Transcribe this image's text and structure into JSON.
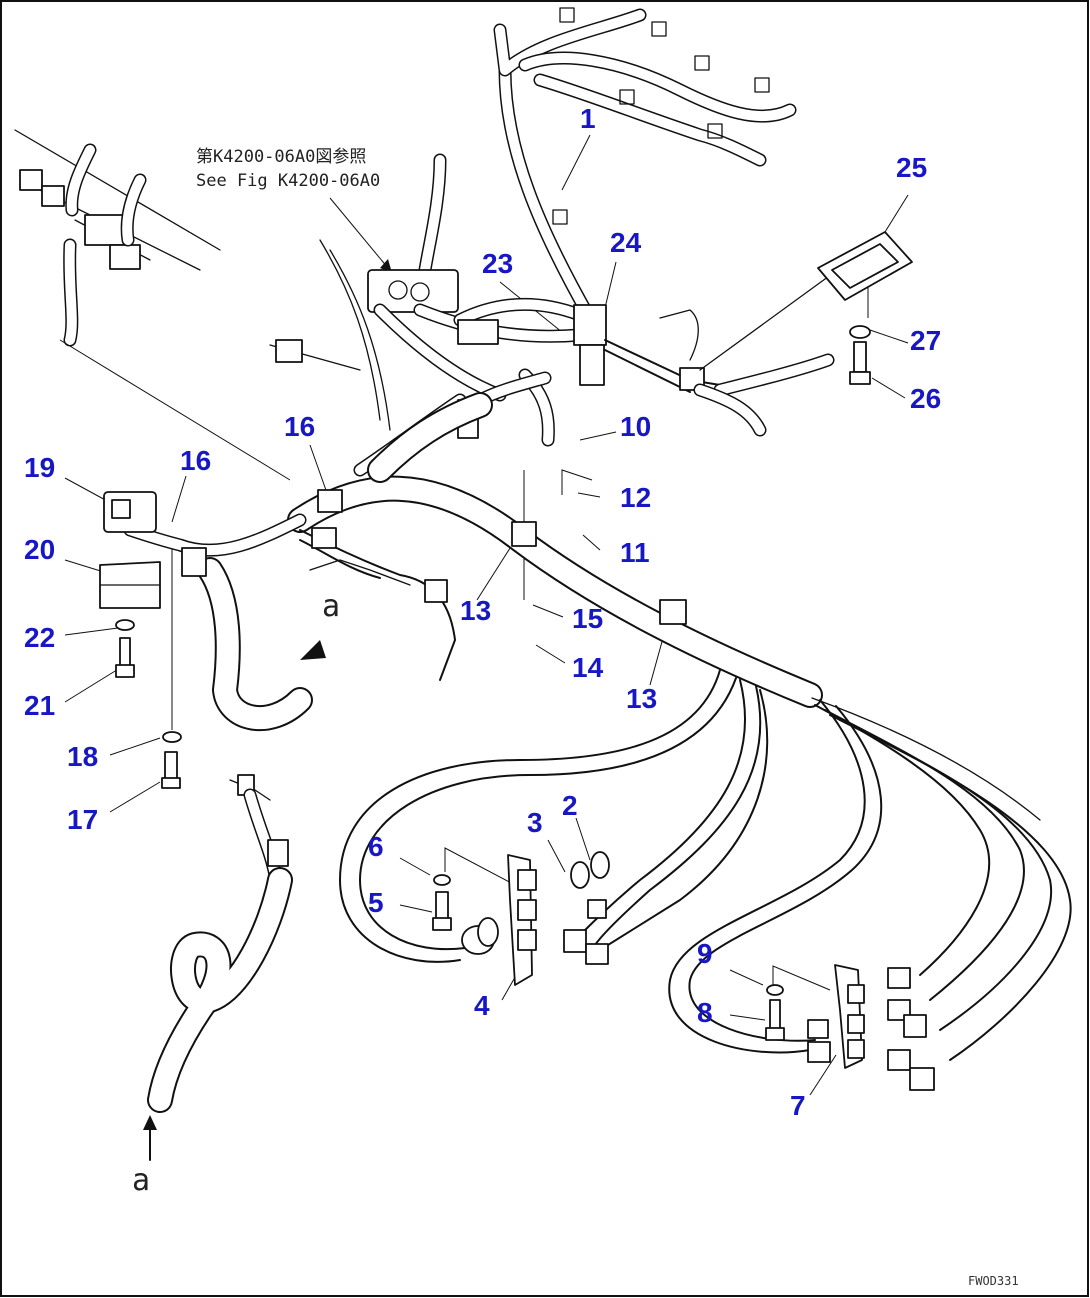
{
  "diagram": {
    "reference_note": {
      "line_jp": "第K4200-06A0図参照",
      "line_en": "See Fig K4200-06A0"
    },
    "connector_marks": [
      "a",
      "a"
    ],
    "sheet_id": "FWOD331",
    "colors": {
      "callout": "#1717c4",
      "ink": "#111111",
      "background": "#ffffff"
    },
    "callouts": [
      "1",
      "2",
      "3",
      "4",
      "5",
      "6",
      "7",
      "8",
      "9",
      "10",
      "11",
      "12",
      "13",
      "13",
      "14",
      "15",
      "16",
      "16",
      "17",
      "18",
      "19",
      "20",
      "21",
      "22",
      "23",
      "24",
      "25",
      "26",
      "27"
    ]
  }
}
